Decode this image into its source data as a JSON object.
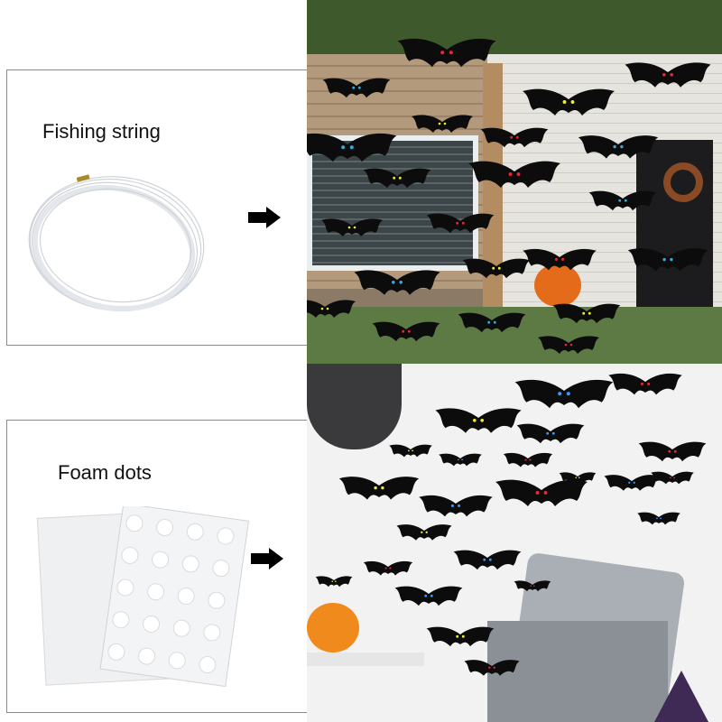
{
  "panels": [
    {
      "label": "Fishing string",
      "icon": "fishing-string-coil"
    },
    {
      "label": "Foam dots",
      "icon": "foam-dot-sheets"
    }
  ],
  "arrow_icon": "right-arrow",
  "photos": [
    "outdoor-porch-hanging-bats",
    "indoor-wall-bats"
  ]
}
